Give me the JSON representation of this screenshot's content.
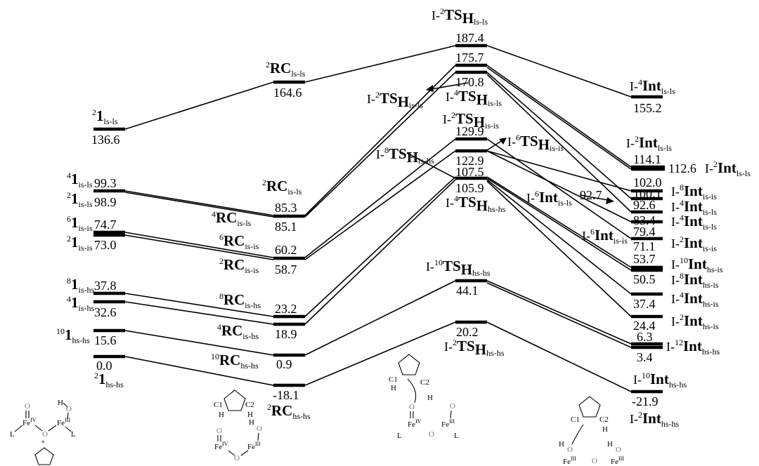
{
  "levels": {
    "r_ls_ls": "136.6",
    "r_is_ls": "99.3",
    "r_is_ls2": "98.9",
    "r_is_is6": "74.7",
    "r_is_is2": "73.0",
    "r_is_hs8": "37.8",
    "r_is_hs4": "32.6",
    "r_hs_hs10": "15.6",
    "r_hs_hs2": "0.0",
    "rc_ls_ls": "164.6",
    "rc_is_ls2": "85.3",
    "rc_is_ls4": "85.1",
    "rc_is_is6": "60.2",
    "rc_is_is2": "58.7",
    "rc_is_hs8": "23.2",
    "rc_is_hs4": "18.9",
    "rc_hs_hs10": "0.9",
    "rc_hs_hs2": "-18.1",
    "ts_ls_ls2": "187.4",
    "ts_is_ls2": "175.7",
    "ts_is_ls4": "170.8",
    "ts_is_is2": "129.9",
    "ts_is_is6": "122.9",
    "ts_is_is8": "107.5",
    "ts_hs_hs4": "105.9",
    "ts_hs_hs10": "44.1",
    "ts_hs_hs2": "20.2",
    "int_ls_ls4": "155.2",
    "int_ls_ls2a": "114.1",
    "int_ls_ls2b": "112.6",
    "int_102": "102.0",
    "int_is_is8": "100.1",
    "int_is_ls4a": "92.6",
    "int_is_ls6": "92.7",
    "int_is_ls4b": "83.4",
    "int_is_is6": "79.4",
    "int_is_is2": "71.1",
    "int_hs_is10": "53.7",
    "int_hs_is8": "50.5",
    "int_hs_is4": "37.4",
    "int_hs_is2": "24.4",
    "int_hs_hs12a": "6.3",
    "int_hs_hs12b": "3.4",
    "int_hs_hs10": "-21.9"
  },
  "labels": {
    "I": "I",
    "dash": "-",
    "num1": "1",
    "RC": "RC",
    "TS": "TS",
    "H": "H",
    "Int": "Int",
    "sp2": "2",
    "sp4": "4",
    "sp6": "6",
    "sp8": "8",
    "sp10": "10",
    "sp12": "12",
    "ls_ls": "ls-ls",
    "is_ls": "is-ls",
    "is_is": "is-is",
    "is_hs": "is-hs",
    "hs_hs": "hs-hs",
    "hs_is": "hs-is"
  },
  "chem": {
    "O": "O",
    "H": "H",
    "L": "L",
    "Fe": "Fe",
    "IV": "IV",
    "III": "III",
    "plus": "+",
    "C1": "C1",
    "C2": "C2"
  }
}
